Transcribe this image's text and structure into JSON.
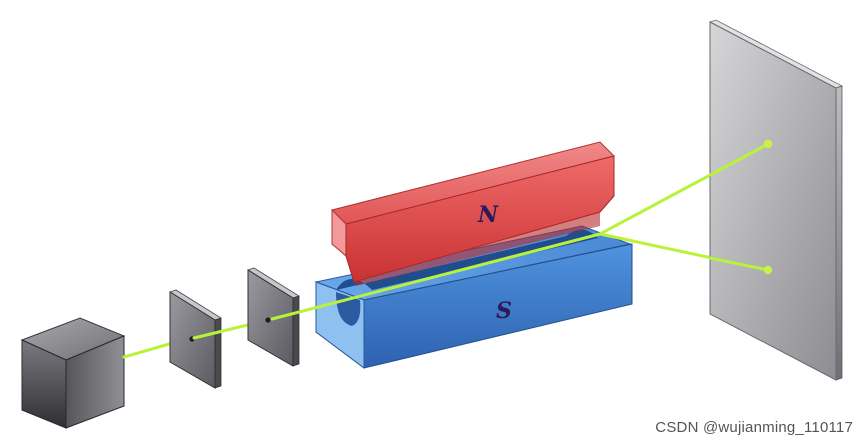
{
  "diagram": {
    "components": {
      "source": {
        "label": ""
      },
      "slit_1": {
        "label": ""
      },
      "slit_2": {
        "label": ""
      },
      "magnet_north": {
        "label": "N"
      },
      "magnet_south": {
        "label": "S"
      },
      "detector_screen": {
        "label": ""
      }
    },
    "beam_color": "#b8f23a",
    "spot_color": "#c6f24a",
    "north_color": "#e84a4a",
    "south_color": "#3a7fd0",
    "pole_letter_color": "#2a1a5a"
  },
  "watermark": "CSDN @wujianming_110117"
}
